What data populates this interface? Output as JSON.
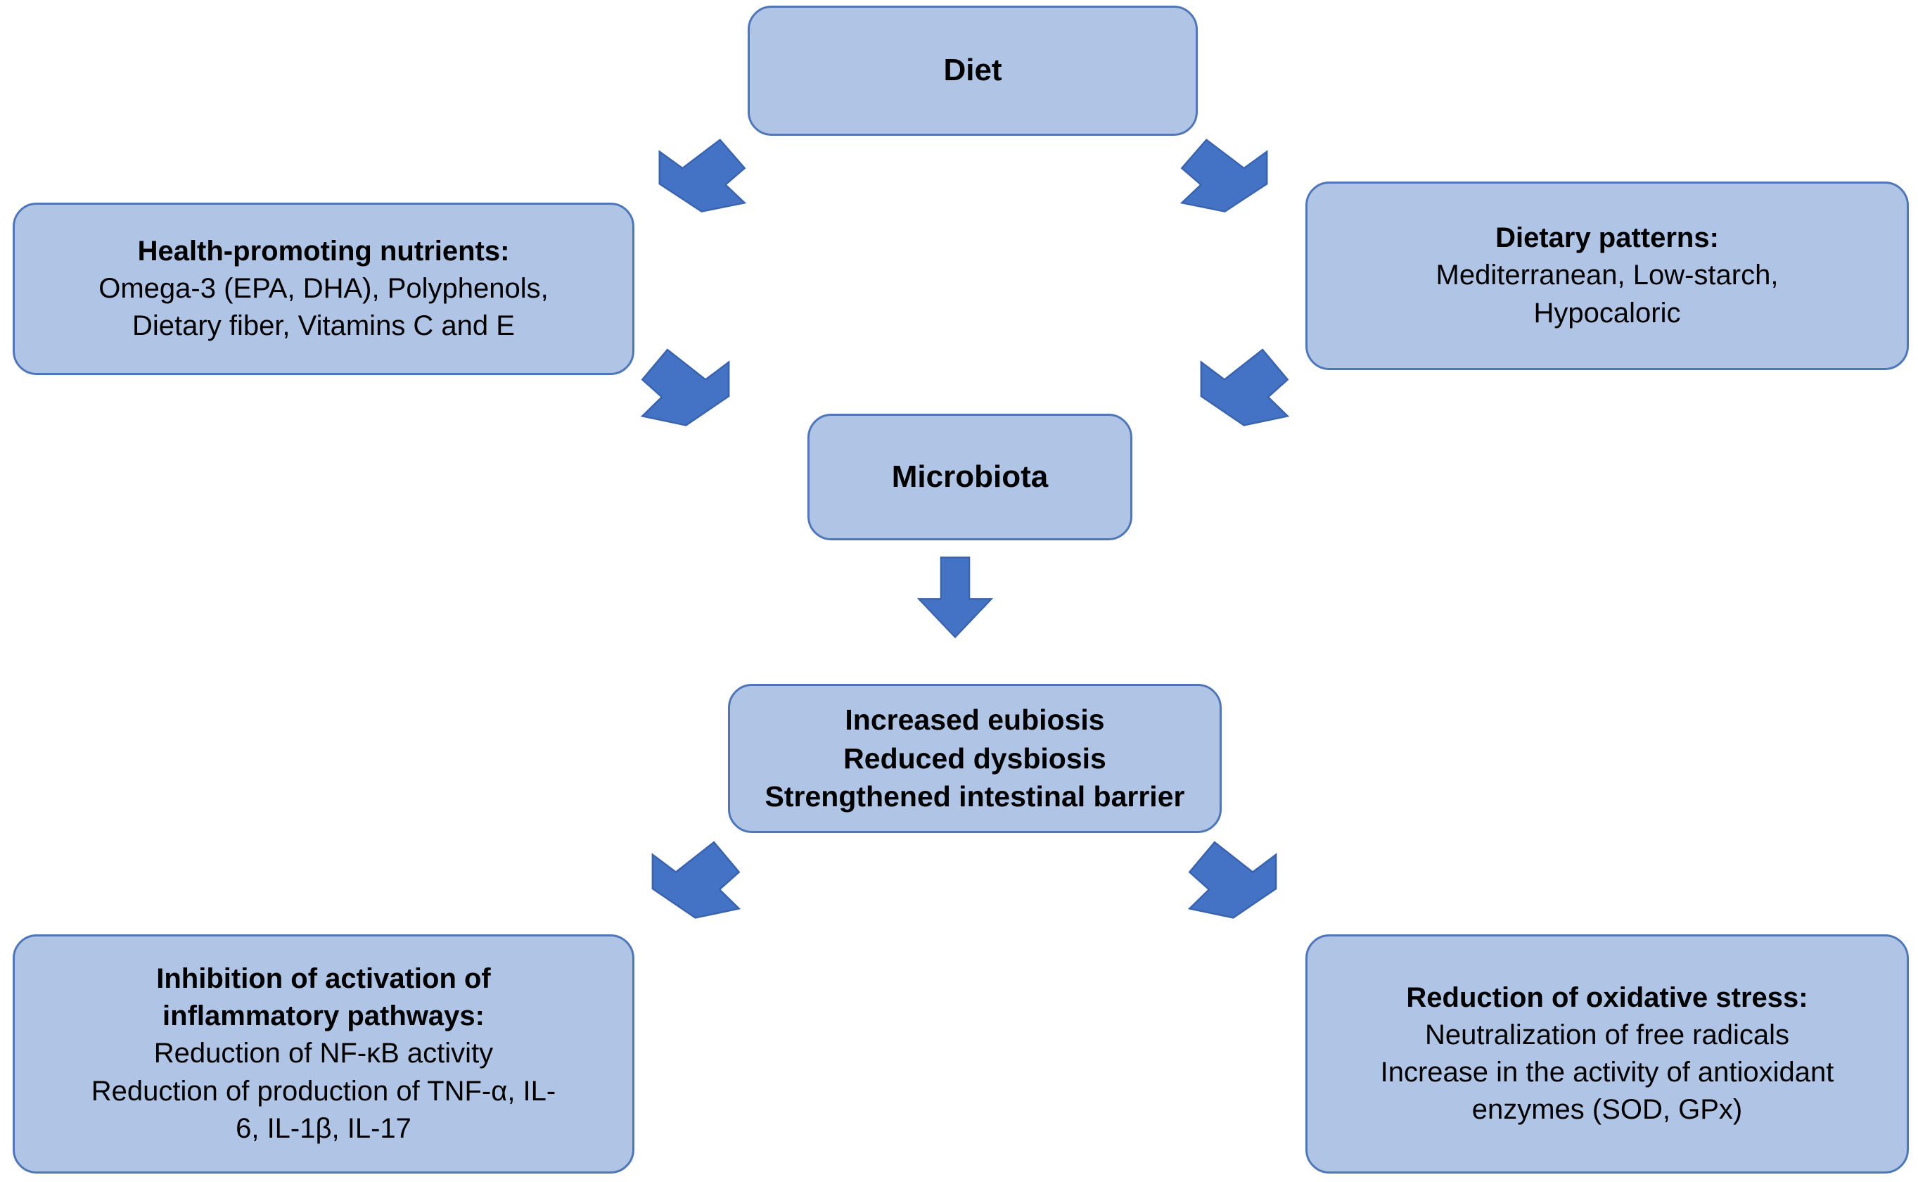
{
  "diagram": {
    "title": "Diet, microbiota and inflammation flowchart",
    "colors": {
      "node_fill": "#b0c5e6",
      "node_border": "#4f77b8",
      "arrow_fill": "#4472c4",
      "arrow_border": "#3963ad",
      "text": "#000000",
      "background": "#ffffff"
    },
    "nodes": {
      "diet": {
        "label": "Diet",
        "lines": [
          {
            "text": "Diet",
            "bold": true
          }
        ]
      },
      "health_nutrients": {
        "label": "Health-promoting nutrients",
        "lines": [
          {
            "text": "Health-promoting nutrients:",
            "bold": true
          },
          {
            "text": "Omega-3 (EPA, DHA), Polyphenols,",
            "bold": false
          },
          {
            "text": "Dietary fiber, Vitamins C and E",
            "bold": false
          }
        ]
      },
      "dietary_patterns": {
        "label": "Dietary patterns",
        "lines": [
          {
            "text": "Dietary patterns:",
            "bold": true
          },
          {
            "text": "Mediterranean, Low-starch,",
            "bold": false
          },
          {
            "text": "Hypocaloric",
            "bold": false
          }
        ]
      },
      "microbiota": {
        "label": "Microbiota",
        "lines": [
          {
            "text": "Microbiota",
            "bold": true
          }
        ]
      },
      "eubiosis": {
        "label": "Increased eubiosis / Reduced dysbiosis / Strengthened intestinal barrier",
        "lines": [
          {
            "text": "Increased eubiosis",
            "bold": true
          },
          {
            "text": "Reduced dysbiosis",
            "bold": true
          },
          {
            "text": "Strengthened intestinal barrier",
            "bold": true
          }
        ]
      },
      "inflammation": {
        "label": "Inhibition of activation of inflammatory pathways",
        "lines": [
          {
            "text": "Inhibition of activation of",
            "bold": true
          },
          {
            "text": "inflammatory pathways:",
            "bold": true
          },
          {
            "text": "Reduction of NF-κB activity",
            "bold": false
          },
          {
            "text": "Reduction of production of TNF-α, IL-",
            "bold": false
          },
          {
            "text": "6, IL-1β, IL-17",
            "bold": false
          }
        ]
      },
      "oxidative": {
        "label": "Reduction of oxidative stress",
        "lines": [
          {
            "text": "Reduction of oxidative stress:",
            "bold": true
          },
          {
            "text": "Neutralization of free radicals",
            "bold": false
          },
          {
            "text": "Increase in the activity of antioxidant",
            "bold": false
          },
          {
            "text": "enzymes (SOD, GPx)",
            "bold": false
          }
        ]
      }
    },
    "arrows": [
      {
        "name": "arrow-diet-to-health-nutrients",
        "direction": "down-left",
        "from": "diet",
        "to": "health_nutrients"
      },
      {
        "name": "arrow-diet-to-dietary-patterns",
        "direction": "down-right",
        "from": "diet",
        "to": "dietary_patterns"
      },
      {
        "name": "arrow-health-nutrients-to-microbiota",
        "direction": "down-right",
        "from": "health_nutrients",
        "to": "microbiota"
      },
      {
        "name": "arrow-dietary-patterns-to-microbiota",
        "direction": "down-left",
        "from": "dietary_patterns",
        "to": "microbiota"
      },
      {
        "name": "arrow-microbiota-to-eubiosis",
        "direction": "down",
        "from": "microbiota",
        "to": "eubiosis"
      },
      {
        "name": "arrow-eubiosis-to-inflammation",
        "direction": "down-left",
        "from": "eubiosis",
        "to": "inflammation"
      },
      {
        "name": "arrow-eubiosis-to-oxidative",
        "direction": "down-right",
        "from": "eubiosis",
        "to": "oxidative"
      }
    ]
  }
}
